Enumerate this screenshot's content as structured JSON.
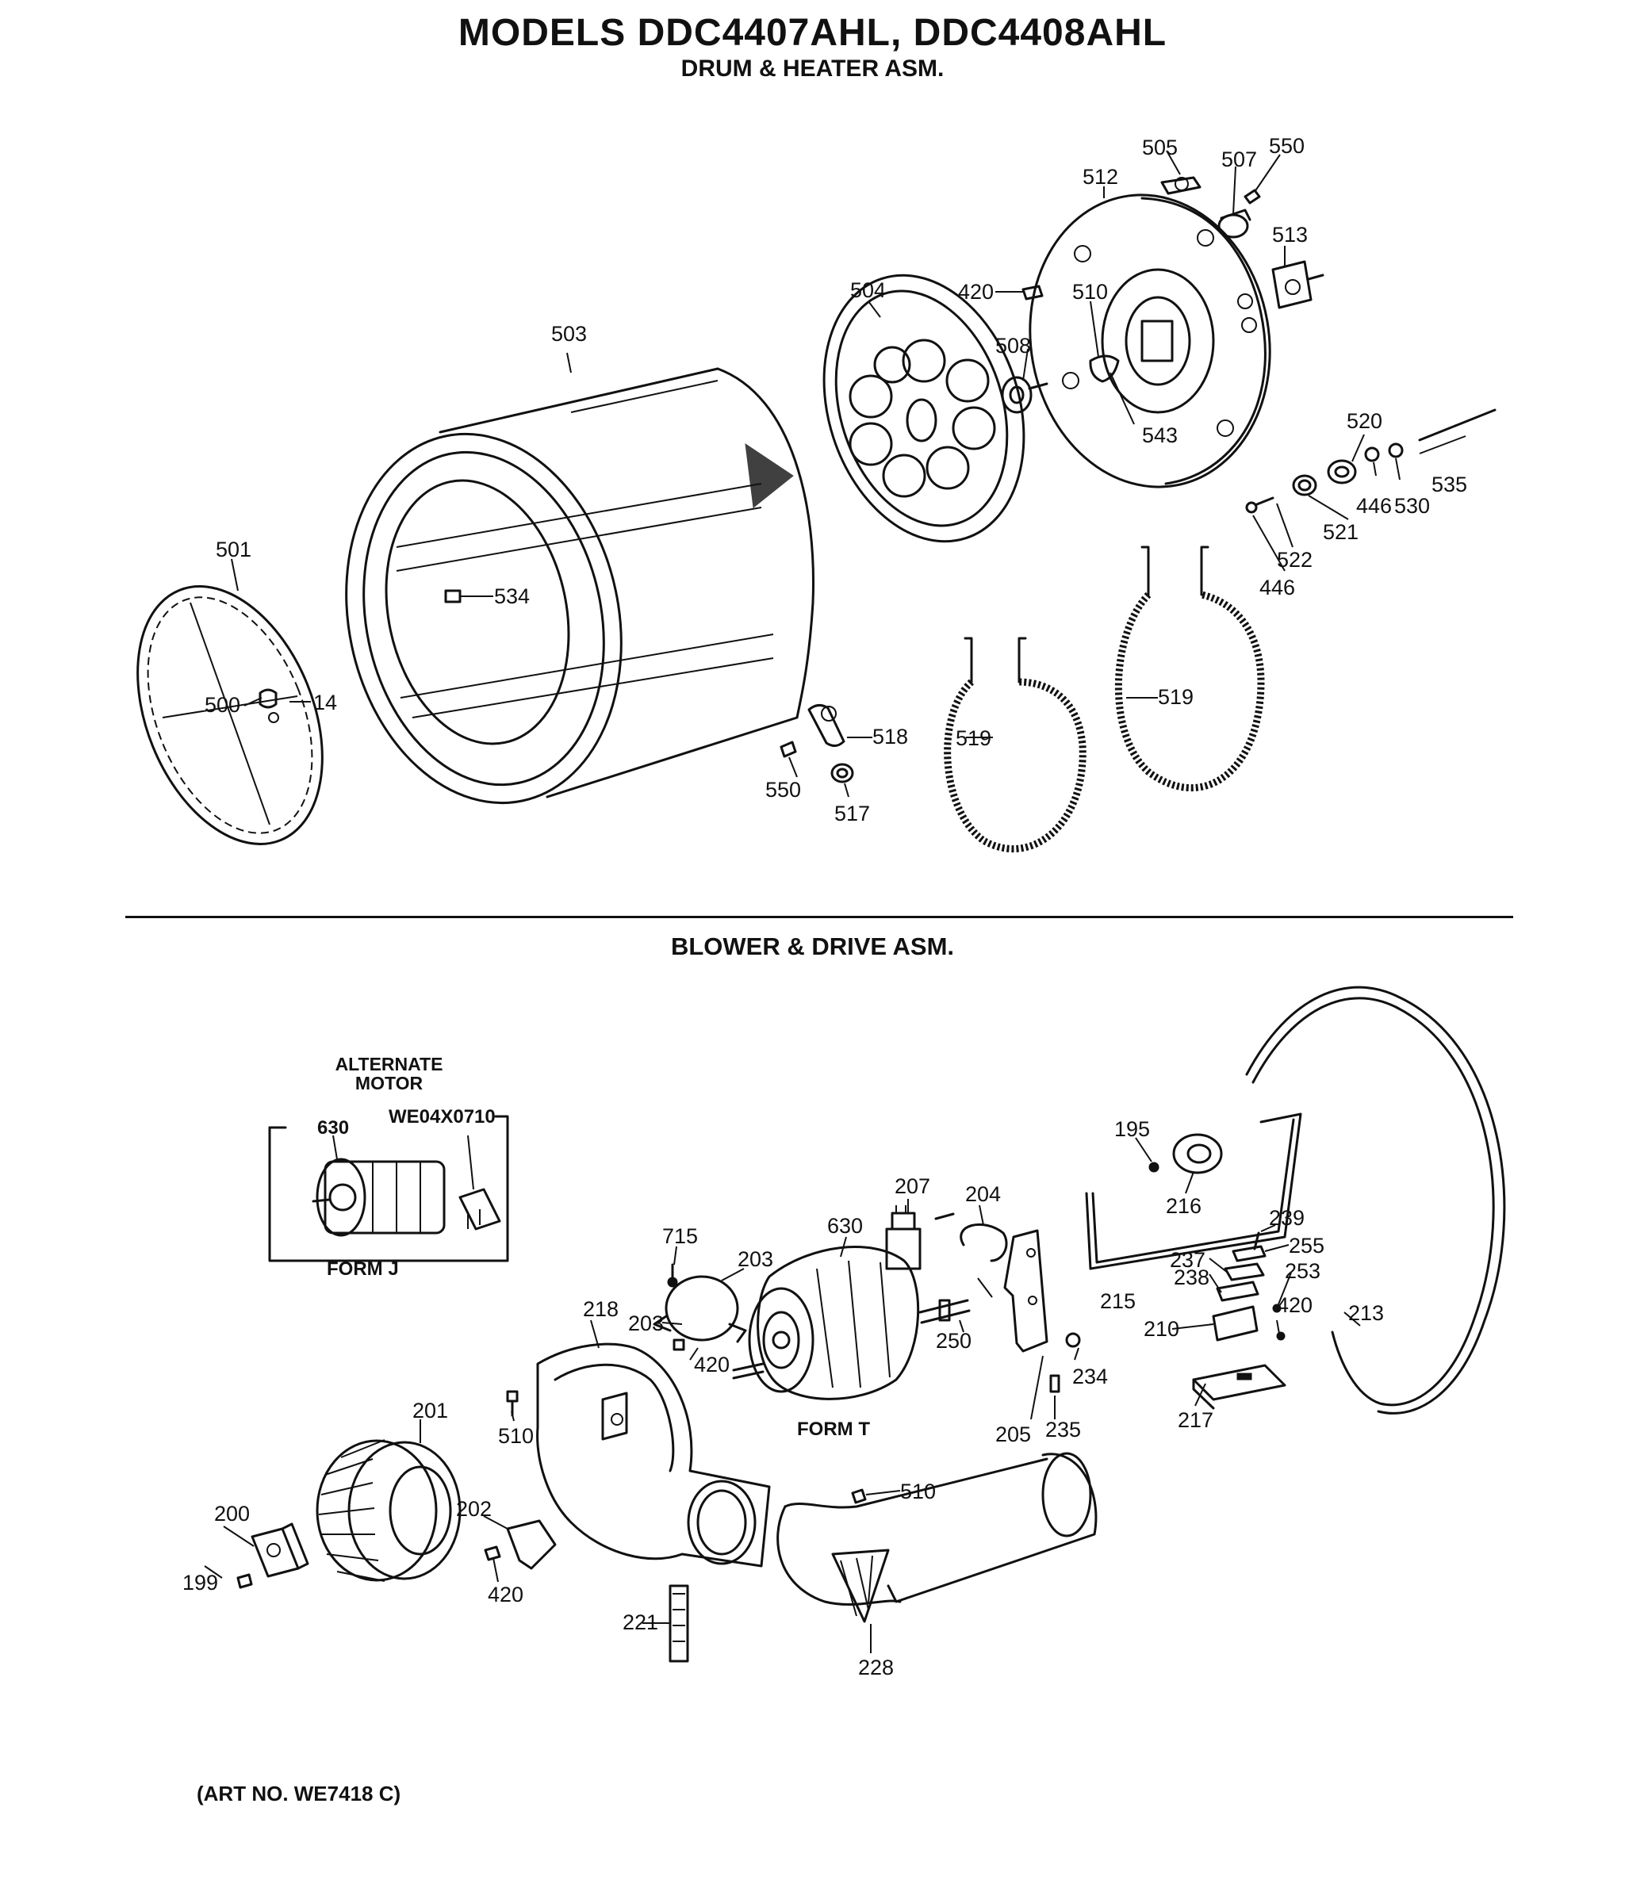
{
  "title": "MODELS DDC4407AHL, DDC4408AHL",
  "sections": {
    "drum": "DRUM & HEATER ASM.",
    "blower": "BLOWER & DRIVE ASM."
  },
  "alternate_motor": {
    "label": "ALTERNATE MOTOR",
    "part": "630",
    "part_number": "WE04X0710",
    "form": "FORM J"
  },
  "form_t": "FORM T",
  "art_note": "(ART NO. WE7418 C)",
  "drum_labels": {
    "505": "505",
    "507": "507",
    "550a": "550",
    "512": "512",
    "513": "513",
    "504": "504",
    "420": "420",
    "510": "510",
    "508": "508",
    "503": "503",
    "543": "543",
    "520": "520",
    "535": "535",
    "446a": "446",
    "530": "530",
    "521": "521",
    "522": "522",
    "446b": "446",
    "501": "501",
    "534": "534",
    "500": "500",
    "14": "14",
    "518": "518",
    "550b": "550",
    "517": "517",
    "519a": "519",
    "519b": "519"
  },
  "blower_labels": {
    "195": "195",
    "216": "216",
    "239": "239",
    "255": "255",
    "237": "237",
    "238": "238",
    "253": "253",
    "215": "215",
    "210": "210",
    "420d": "420",
    "213": "213",
    "217": "217",
    "207": "207",
    "204": "204",
    "715": "715",
    "203a": "203",
    "630": "630",
    "203b": "203",
    "250": "250",
    "420a": "420",
    "218": "218",
    "234": "234",
    "510a": "510",
    "205": "205",
    "235": "235",
    "201": "201",
    "510b": "510",
    "200": "200",
    "202": "202",
    "199": "199",
    "420b": "420",
    "221": "221",
    "228": "228"
  }
}
